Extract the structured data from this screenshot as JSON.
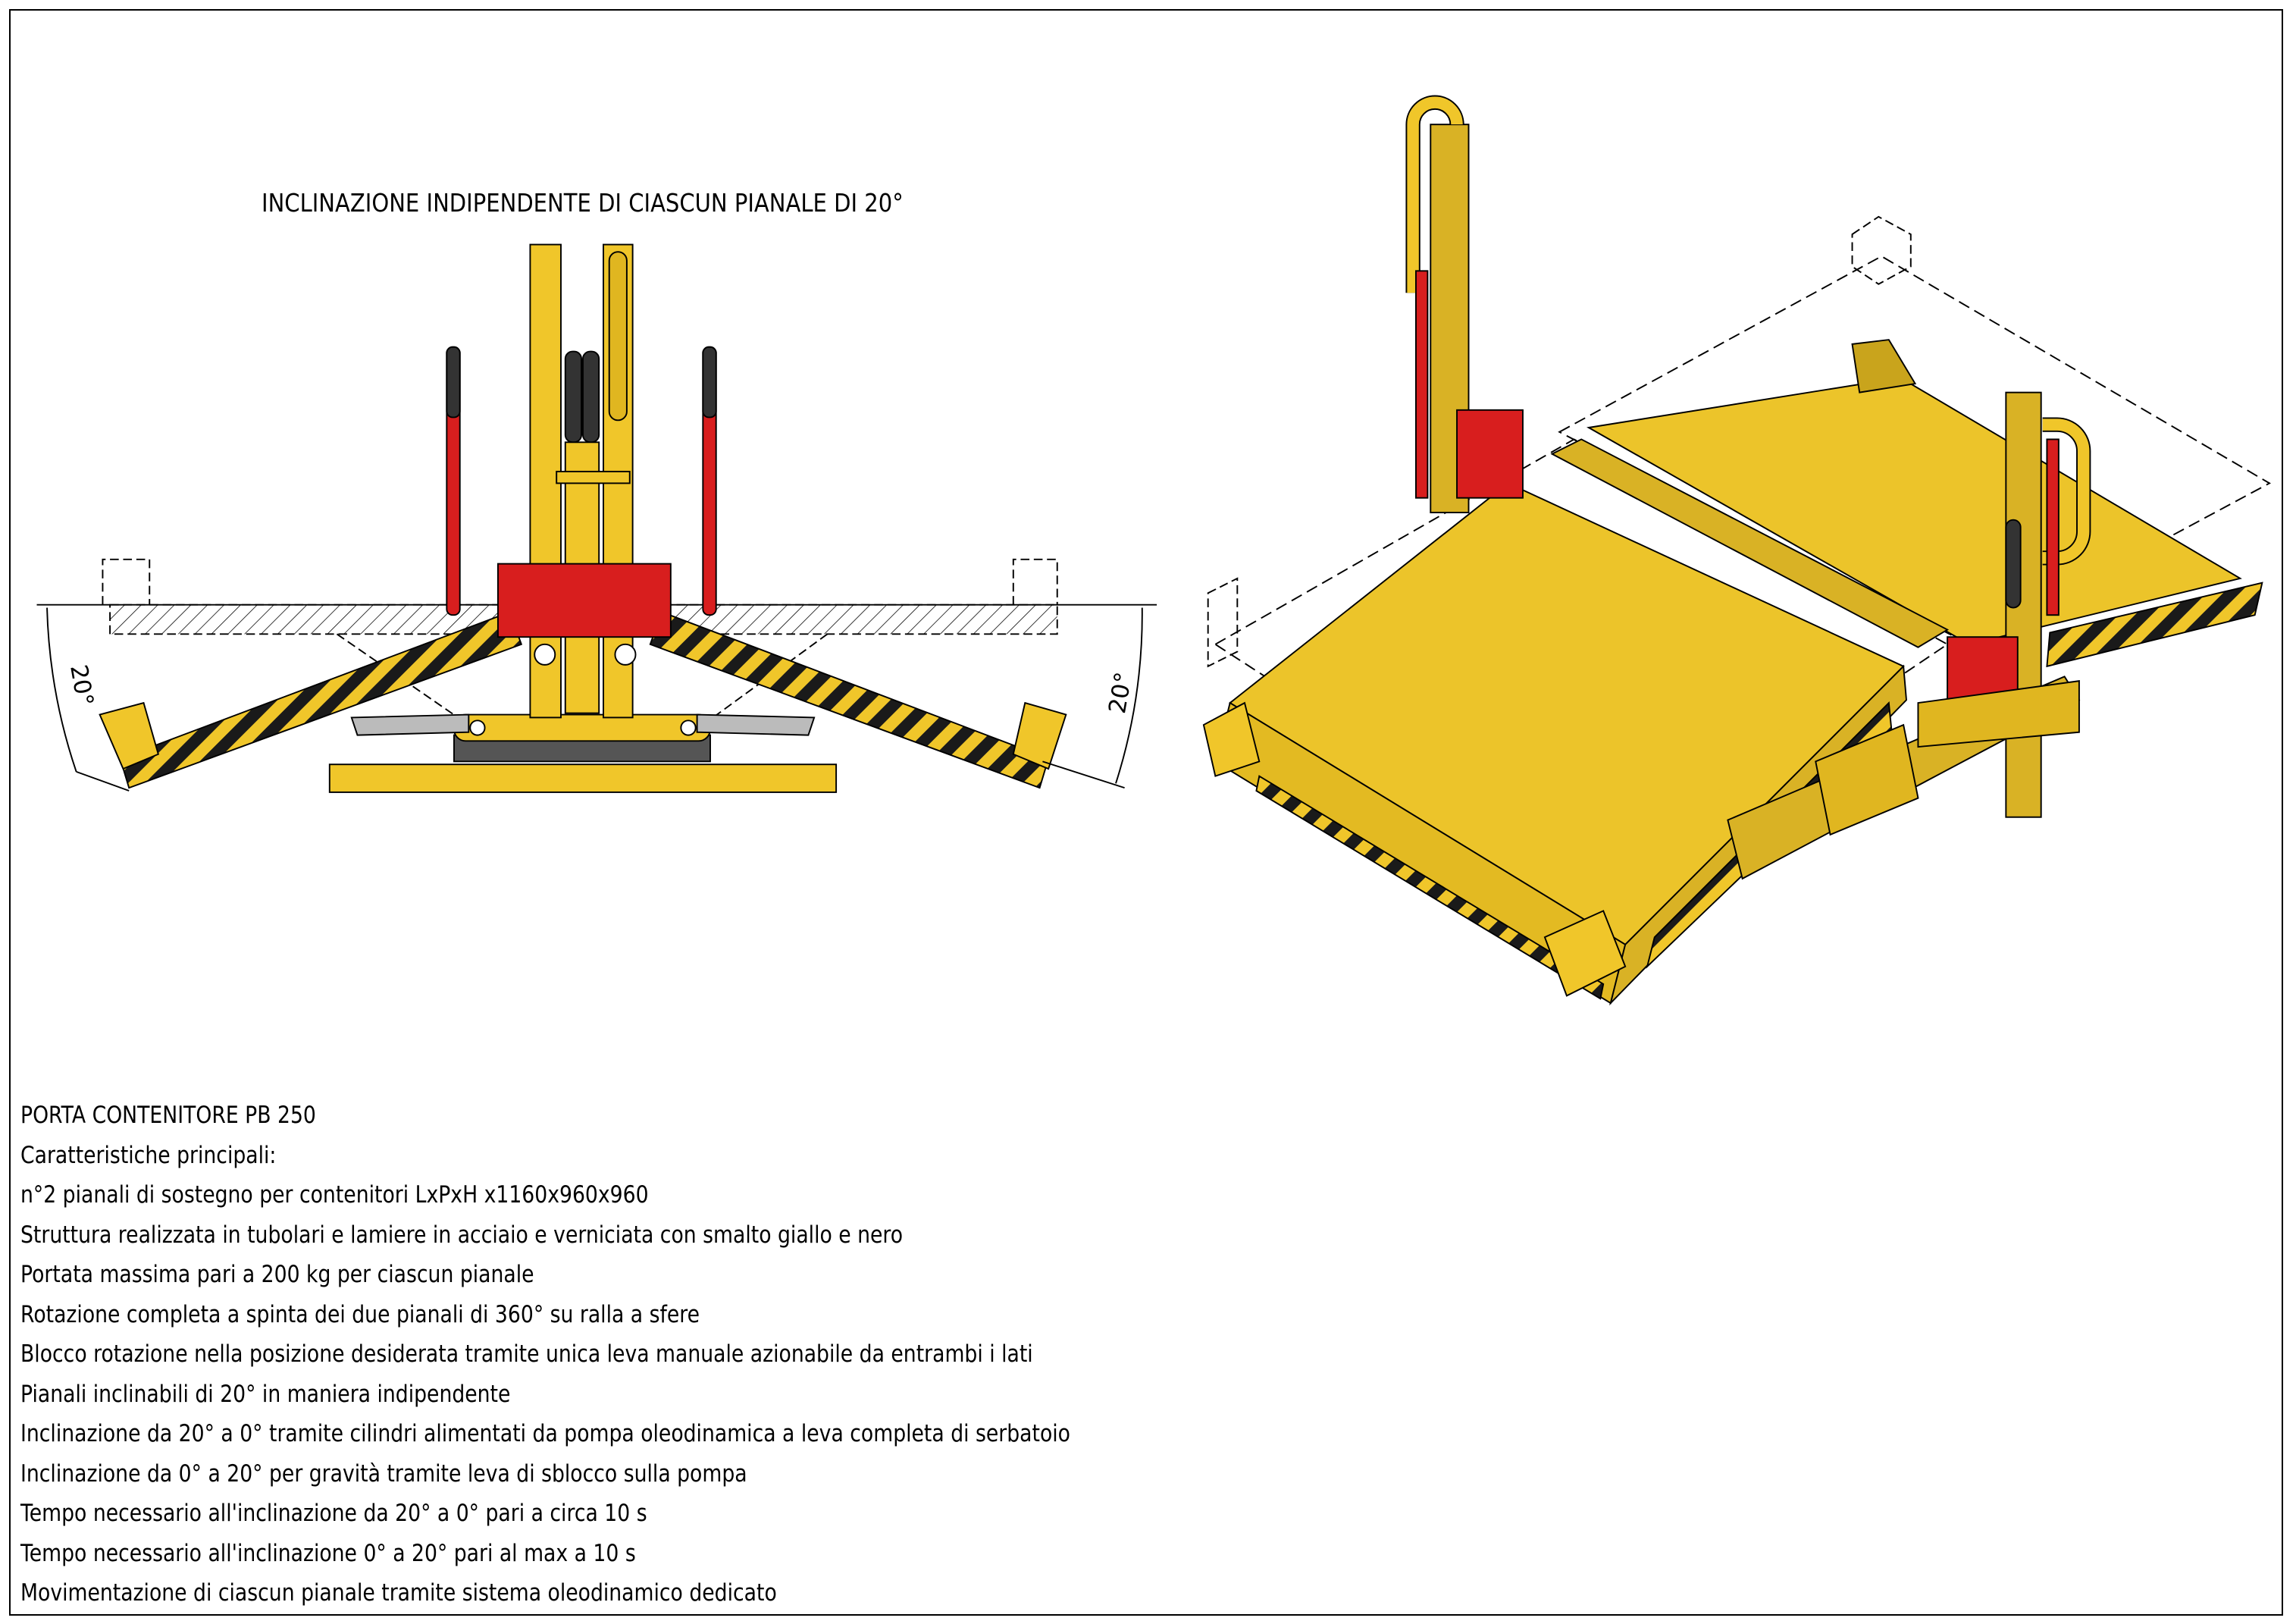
{
  "drawing": {
    "title": "INCLINAZIONE INDIPENDENTE DI CIASCUN PIANALE DI 20°",
    "angle_left": "20°",
    "angle_right": "20°",
    "colors": {
      "yellow": "#f0c62a",
      "yellow_dark": "#c9a41c",
      "red": "#d81e1e",
      "black": "#1a1a1a",
      "gray": "#9a9a9a"
    }
  },
  "specs": {
    "heading": "PORTA CONTENITORE PB 250",
    "subheading": "Caratteristiche principali:",
    "items": [
      "n°2 pianali di sostegno per contenitori LxPxH x1160x960x960",
      "Struttura realizzata in tubolari e lamiere in acciaio e verniciata con smalto giallo e nero",
      "Portata massima pari a 200 kg per ciascun pianale",
      "Rotazione completa a spinta dei due pianali di 360° su ralla a sfere",
      "Blocco rotazione nella posizione desiderata tramite unica leva manuale azionabile da entrambi i lati",
      "Pianali inclinabili di 20° in maniera indipendente",
      "Inclinazione da 20° a 0° tramite cilindri alimentati da pompa oleodinamica a leva completa di serbatoio",
      "Inclinazione da 0° a 20° per gravità tramite leva di sblocco sulla pompa",
      "Tempo necessario all'inclinazione da 20° a 0° pari a circa 10 s",
      "Tempo necessario all'inclinazione 0° a 20° pari al max a 10 s",
      "Movimentazione di ciascun pianale tramite sistema oleodinamico dedicato"
    ]
  }
}
